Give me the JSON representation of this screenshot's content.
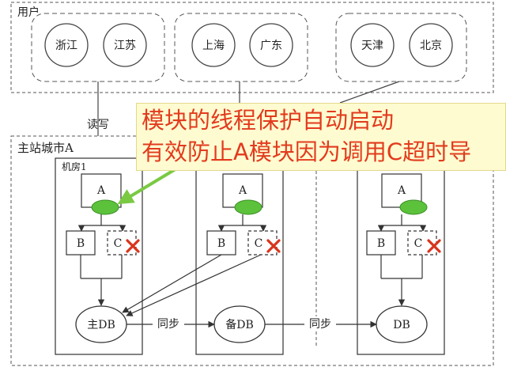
{
  "users": {
    "title": "用户",
    "cities": [
      "浙江",
      "江苏",
      "上海",
      "广东",
      "天津",
      "北京"
    ]
  },
  "read_write_label": "读写",
  "main_site_label": "主站城市A",
  "room_label": "机房1",
  "module_a": "A",
  "module_b": "B",
  "module_c": "C",
  "databases": {
    "main": "主DB",
    "backup": "备DB",
    "third": "DB"
  },
  "sync_label": "同步",
  "callout": {
    "line1": "模块的线程保护自动启动",
    "line2": "有效防止A模块因为调用C超时导"
  },
  "colors": {
    "oval_fill": "#5cc23c",
    "arrow": "#7ac943",
    "cross": "#d9341c",
    "callout_text": "#e23b1e"
  }
}
